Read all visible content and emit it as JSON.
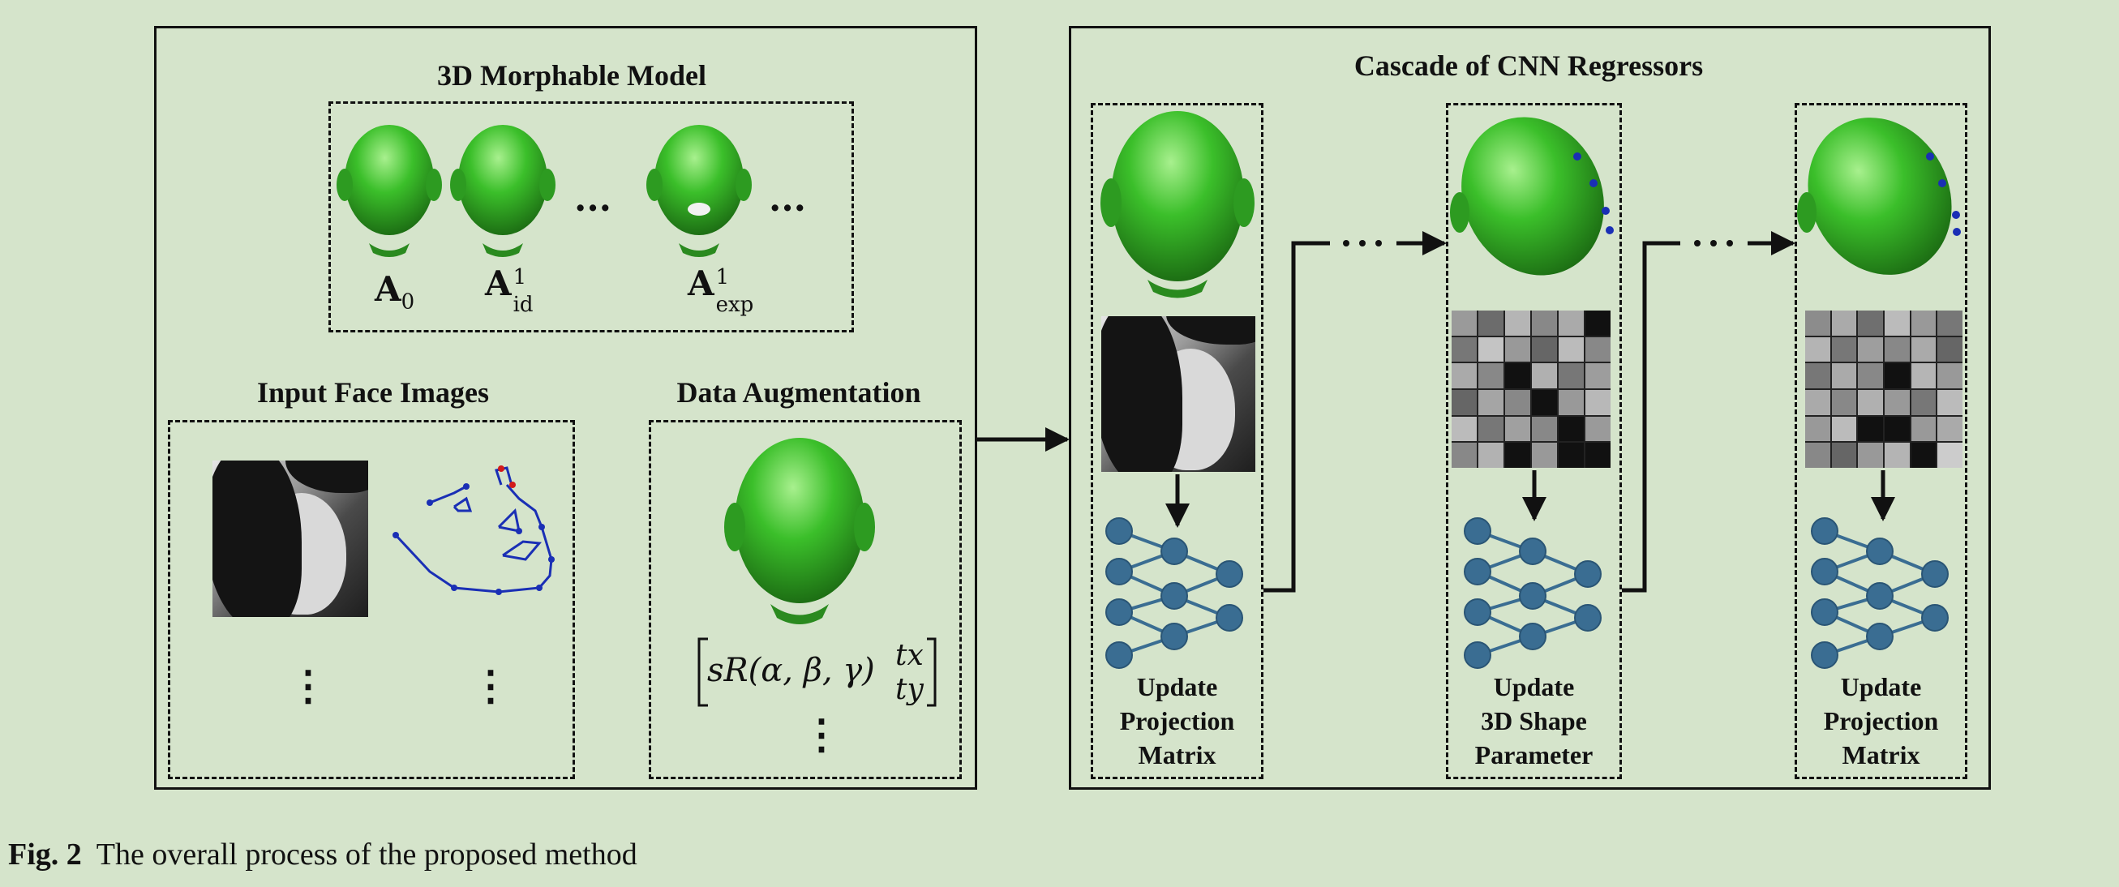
{
  "colors": {
    "background": "#d5e4cb",
    "face_green": "#3bbf2a",
    "network_node": "#3a6d92",
    "landmark_blue": "#1a2fb5",
    "landmark_red": "#d21a1a"
  },
  "left_panel": {
    "morphable": {
      "title": "3D Morphable Model",
      "labels": {
        "a0_base": "A",
        "a0_sub": "0",
        "aid_base": "A",
        "aid_sup": "1",
        "aid_sub": "id",
        "aexp_base": "A",
        "aexp_sup": "1",
        "aexp_sub": "exp"
      },
      "ellipsis": "..."
    },
    "input_faces": {
      "title": "Input Face Images",
      "ellipsis": "⋮"
    },
    "augmentation": {
      "title": "Data Augmentation",
      "matrix_left": "sR(α, β, γ)",
      "matrix_tx": "tx",
      "matrix_ty": "ty",
      "ellipsis": "⋮"
    }
  },
  "right_panel": {
    "title": "Cascade of CNN Regressors",
    "stages": [
      {
        "label": "Update\nProjection\nMatrix"
      },
      {
        "label": "Update\n3D Shape\nParameter"
      },
      {
        "label": "Update\nProjection\nMatrix"
      }
    ]
  },
  "caption": {
    "fig_label": "Fig. 2",
    "text": "The overall process of the proposed method"
  }
}
